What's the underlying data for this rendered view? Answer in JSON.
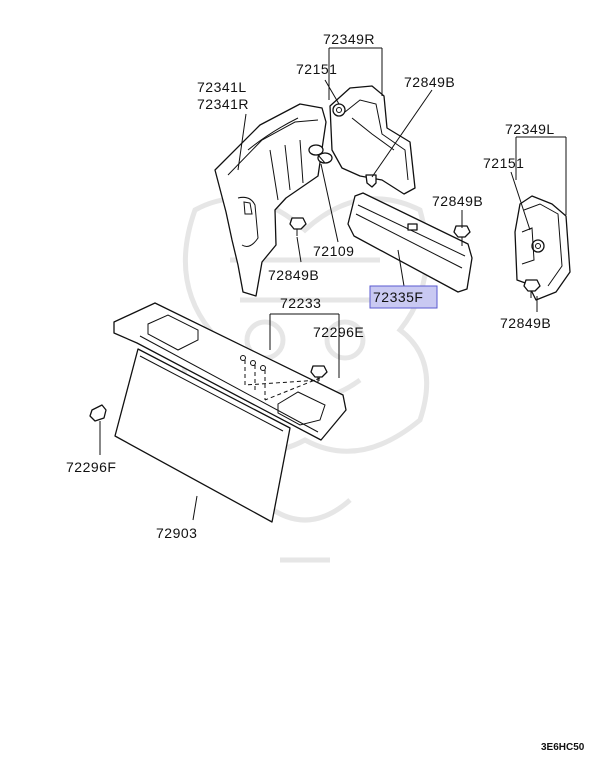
{
  "diagram_code": "3E6HC50",
  "highlight_color": "#c9c9f2",
  "labels": {
    "p72349R": "72349R",
    "p72151_top": "72151",
    "p72849B_top": "72849B",
    "p72341L": "72341L",
    "p72341R": "72341R",
    "p72349L": "72349L",
    "p72151_right": "72151",
    "p72849B_mid": "72849B",
    "p72109": "72109",
    "p72849B_left": "72849B",
    "p72335F": "72335F",
    "p72233": "72233",
    "p72296E": "72296E",
    "p72849B_right": "72849B",
    "p72296F": "72296F",
    "p72903": "72903"
  }
}
